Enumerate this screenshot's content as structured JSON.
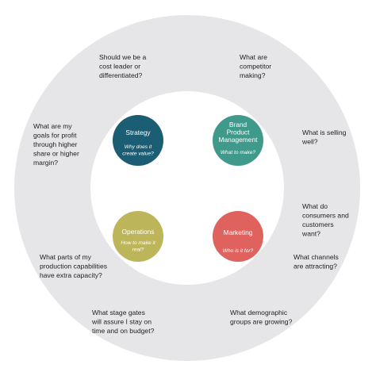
{
  "colors": {
    "ring": "#e6e6e8",
    "center": "#ffffff",
    "strategy": "#1b5d73",
    "brand": "#3f9a8c",
    "operations": "#bdb55a",
    "marketing": "#e0625e"
  },
  "hubs": {
    "strategy": {
      "title": [
        "Strategy"
      ],
      "sub": [
        "Why does it",
        "create value?"
      ]
    },
    "brand": {
      "title": [
        "Brand",
        "Product",
        "Management"
      ],
      "sub": [
        "What to make?"
      ]
    },
    "operations": {
      "title": [
        "Operations"
      ],
      "sub": [
        "How to make it",
        "real?"
      ]
    },
    "marketing": {
      "title": [
        "Marketing"
      ],
      "sub": [
        "Who is it for?"
      ]
    }
  },
  "questions": {
    "cost_leader": [
      "Should we be a",
      "cost leader or",
      "differentiated?"
    ],
    "competitor": [
      "What are",
      "competitor",
      "making?"
    ],
    "goals": [
      "What are my",
      "goals for profit",
      "through higher",
      "share or higher",
      "margin?"
    ],
    "selling": [
      "What is selling",
      "well?"
    ],
    "consumers": [
      "What do",
      "consumers and",
      "customers",
      "want?"
    ],
    "channels": [
      "What channels",
      "are attracting?"
    ],
    "capacity": [
      "What parts of my",
      "production capabilities",
      "have extra capacity?"
    ],
    "stage_gates": [
      "What stage gates",
      "will assure I stay on",
      "time and on budget?"
    ],
    "demographic": [
      "What demographic",
      "groups are growing?"
    ]
  }
}
